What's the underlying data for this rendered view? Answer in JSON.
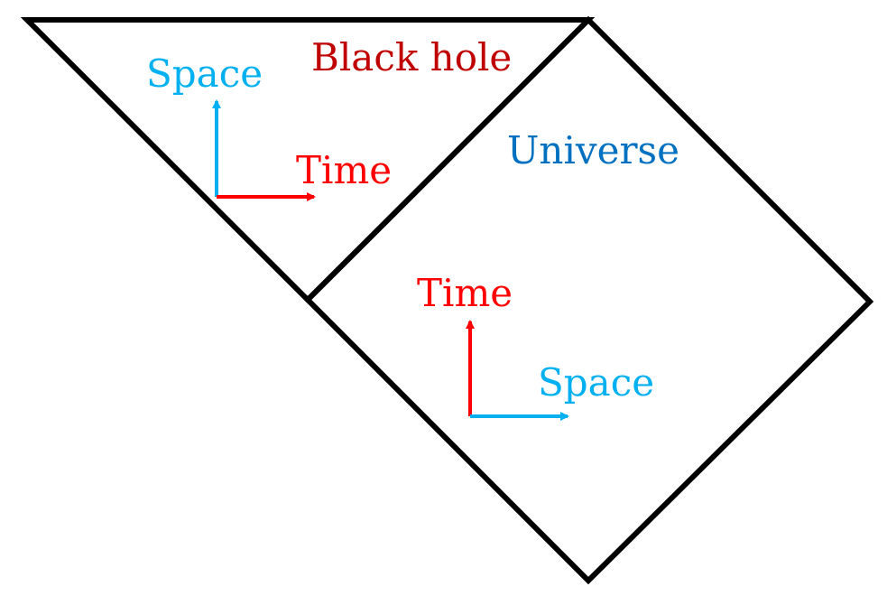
{
  "labels": {
    "black_hole": "Black hole",
    "universe": "Universe",
    "bh_space": "Space",
    "bh_time": "Time",
    "uni_time": "Time",
    "uni_space": "Space"
  },
  "colors": {
    "outline": "#000000",
    "black_hole": "#c00000",
    "universe": "#0070c0",
    "space": "#00b0f0",
    "time": "#ff0000"
  }
}
